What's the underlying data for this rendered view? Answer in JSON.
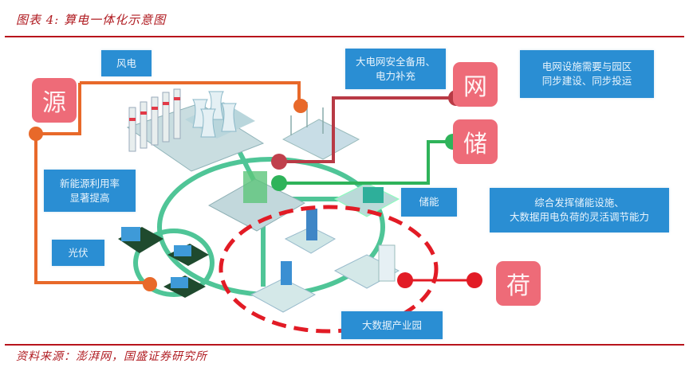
{
  "caption": {
    "title": "图表 4:  算电一体化示意图",
    "source": "资料来源：澎湃网，国盛证券研究所"
  },
  "colors": {
    "caption_red": "#b01c22",
    "label_blue": "#2a8ed3",
    "node_pink": "#ee6b78",
    "source_line_orange": "#e8692a",
    "grid_line_darkred": "#b83a45",
    "storage_line_green": "#2fb35a",
    "load_line_red": "#e21b25",
    "network_ring_green": "#3dbf8c"
  },
  "nodes": {
    "source": "源",
    "grid": "网",
    "storage": "储",
    "load": "荷"
  },
  "labels": {
    "wind": "风电",
    "grid_backup": [
      "大电网安全备用、",
      "电力补充"
    ],
    "grid_sync": [
      "电网设施需要与园区",
      "同步建设、同步投运"
    ],
    "renewable_rate": [
      "新能源利用率",
      "显著提高"
    ],
    "pv": "光伏",
    "storage": "储能",
    "flex": [
      "综合发挥储能设施、",
      "大数据用电负荷的灵活调节能力"
    ],
    "bigdata_park": "大数据产业园"
  }
}
